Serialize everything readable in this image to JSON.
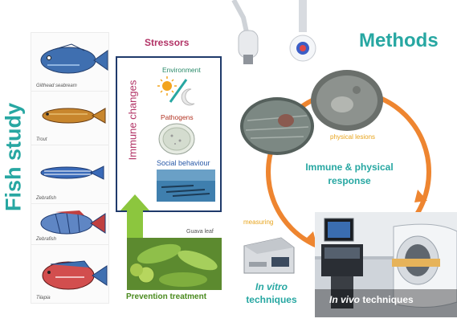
{
  "fish_study": {
    "title": "Fish study",
    "species": [
      {
        "label": "Gilthead seabream"
      },
      {
        "label": "Trout"
      },
      {
        "label": "Zebrafish"
      },
      {
        "label": "Zebrafish"
      },
      {
        "label": "Tilapia"
      }
    ]
  },
  "stressors": {
    "title": "Stressors",
    "immune_changes": "Immune changes",
    "environment": "Environment",
    "pathogens": "Pathogens",
    "social": "Social behaviour"
  },
  "prevention": {
    "leaf_label": "Guava leaf",
    "title": "Prevention treatment"
  },
  "methods": {
    "title": "Methods",
    "physical_lesions": "physical lesions",
    "response_line1": "Immune & physical",
    "response_line2": "response",
    "measuring": "measuring",
    "in_vitro_italic": "In vitro",
    "in_vitro_rest": "techniques",
    "in_vivo_italic": "In vivo",
    "in_vivo_rest": " techniques"
  },
  "colors": {
    "teal": "#27a7a2",
    "magenta": "#b23366",
    "navy": "#1f3a6b",
    "green": "#8cc63e",
    "orange": "#ee8530",
    "yellow": "#e8a41c"
  }
}
